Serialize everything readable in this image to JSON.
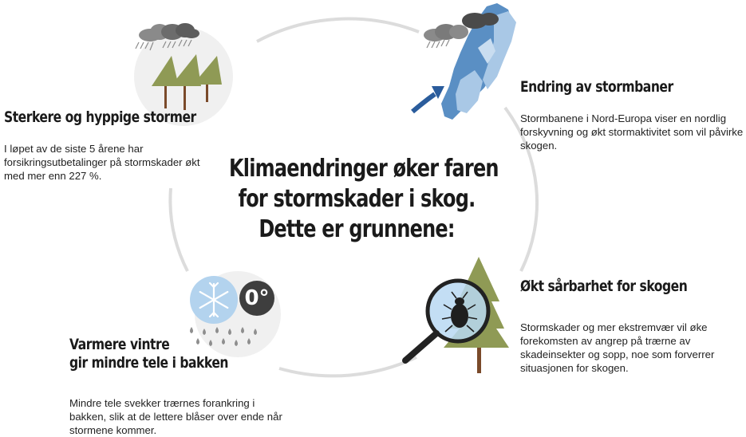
{
  "center": {
    "line1": "Klimaendringer øker faren",
    "line2": "for stormskader i skog.",
    "line3": "Dette er grunnene:"
  },
  "items": [
    {
      "heading": "Sterkere og hyppige stormer",
      "text": "I løpet av de siste 5 årene har forsikringsutbetalinger på stormskader økt med mer enn 227 %."
    },
    {
      "heading": "Endring av stormbaner",
      "text": "Stormbanene i Nord-Europa viser en nordlig forskyvning og økt stormaktivitet som vil påvirke skogen."
    },
    {
      "heading": "Økt sårbarhet for skogen",
      "text": "Stormskader og mer ekstremvær vil øke forekomsten av angrep på trærne av skadeinsekter og sopp, noe som forverrer situasjonen for skogen."
    },
    {
      "heading_line1": "Varmere vintre",
      "heading_line2": "gir mindre tele i bakken",
      "text": "Mindre tele svekker trærnes forankring i bakken, slik at de lettere blåser over ende når stormene kommer."
    }
  ],
  "temperature_badge": "0°",
  "icons": [
    "storm-cloud-icon",
    "pine-trees-icon",
    "scandinavia-map-icon",
    "arrow-icon",
    "snowflake-icon",
    "raindrops-icon",
    "magnifier-icon",
    "beetle-icon",
    "spruce-tree-icon"
  ],
  "colors": {
    "circle": "#dcdcdc",
    "tree_green": "#8f9a55",
    "trunk_brown": "#7a4a2a",
    "map_blue": "#5a8fc4",
    "map_light": "#a9c8e6",
    "snow_bg": "#b3d3ee",
    "badge_dark": "#3e3e3e",
    "drops": "#8e8e8e",
    "cloud_dark": "#6c6c6c"
  }
}
